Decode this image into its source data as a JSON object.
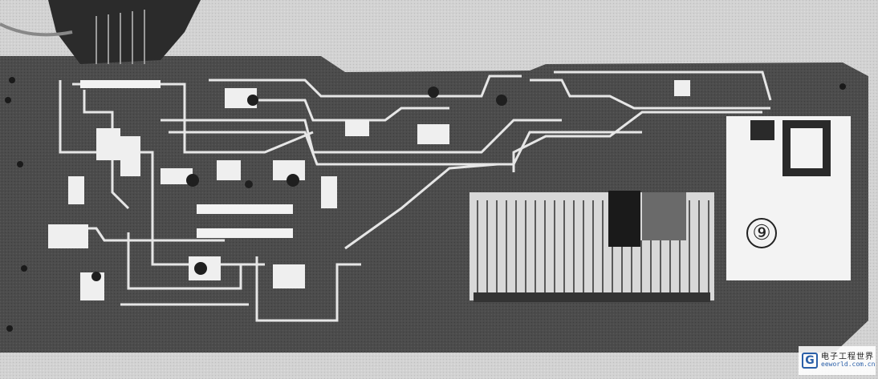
{
  "photo": {
    "figure_number": "⑨",
    "colors": {
      "background": "#c9c9c9",
      "board": "#4a4a4a",
      "traces": "#e6e6e6",
      "dark": "#1f1f1f"
    },
    "icons": [
      "circuit-board-photo",
      "chip",
      "ribbon-cable"
    ]
  },
  "watermark": {
    "name_cn": "电子工程世界",
    "url": "eeworld.com.cn",
    "logo_letter": "G"
  }
}
